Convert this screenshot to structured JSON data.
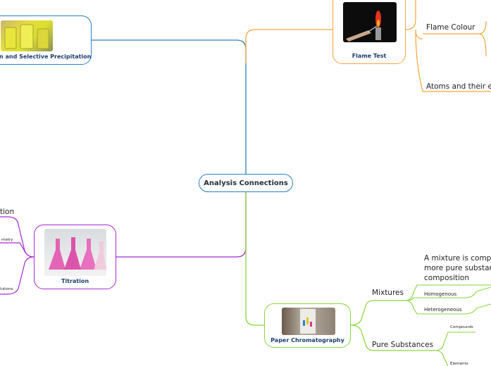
{
  "center": {
    "title": "Analysis Connections"
  },
  "topics": {
    "precipitation": {
      "title": "n and Selective Precipitation",
      "image_icon": "yellow-precipitate-beakers-photo"
    },
    "flame_test": {
      "title": "Flame Test",
      "image_icon": "bunsen-burner-flame-photo"
    },
    "titration": {
      "title": "Titration",
      "image_icon": "pink-titration-flasks-photo"
    },
    "chromatography": {
      "title": "Paper Chromatography",
      "image_icon": "chromatography-paper-photo"
    }
  },
  "flame_branch": {
    "flame_colour": "Flame Colour",
    "atoms": "Atoms and their exc"
  },
  "titration_branch": {
    "main": "tion",
    "sub1": "metry",
    "sub2": "lutions"
  },
  "chromatography_branch": {
    "mixtures": "Mixtures",
    "mixture_def_line1": "A mixture is compos",
    "mixture_def_line2": "more pure substanc",
    "mixture_def_line3": "composition",
    "homogenous": "Homogenous",
    "heterogeneous": "Heterogeneous",
    "pure_substances": "Pure Substances",
    "compounds": "Compounds",
    "elements": "Elements"
  },
  "colors": {
    "blue": "#2d7fc4",
    "orange": "#f2a63a",
    "purple": "#a72ad8",
    "green": "#86d63a",
    "title_text": "#1c3d6b"
  }
}
